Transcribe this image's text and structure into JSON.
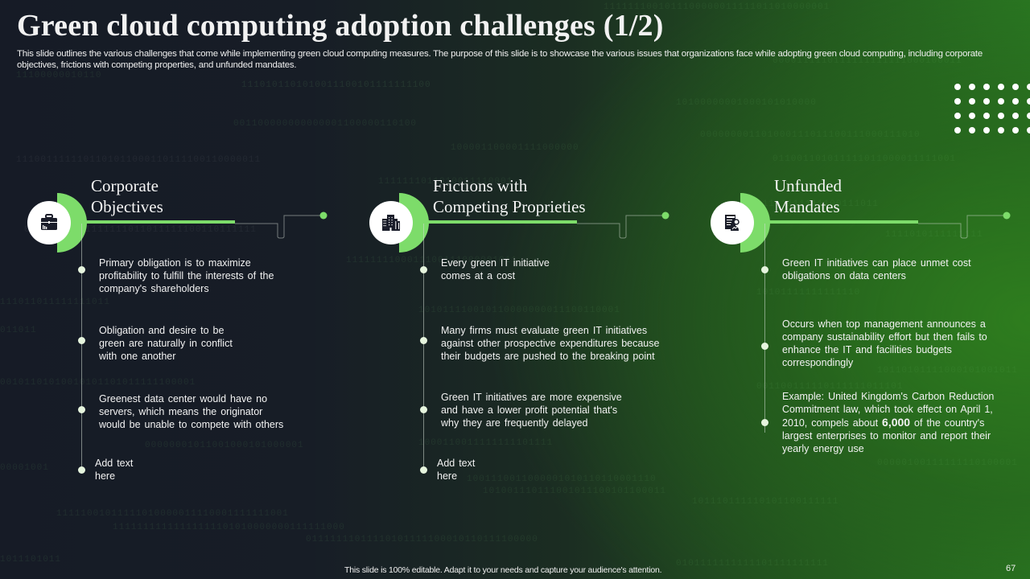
{
  "slide": {
    "title": "Green cloud computing adoption challenges (1/2)",
    "subtitle": "This slide outlines the various challenges that come while implementing green cloud computing measures. The purpose of this slide is to showcase the various issues that organizations face while adopting green cloud computing, including corporate objectives, frictions with competing properties, and unfunded mandates.",
    "footer_note": "This slide is 100% editable. Adapt it to your needs and capture your audience's attention.",
    "page_number": "67"
  },
  "colors": {
    "accent": "#7ddc6a",
    "background_dark": "#161b26",
    "background_green": "#2a7a22",
    "text": "#f2f2f2"
  },
  "columns": [
    {
      "title_line1": "Corporate",
      "title_line2": "Objectives",
      "icon": "briefcase-icon",
      "bullets": [
        "Primary obligation is to maximize profitability to fulfill the interests of the company's shareholders",
        "Obligation and desire to be green are naturally in conflict with one another",
        "Greenest data center would have  no servers, which means the originator would be unable to compete with others",
        "Add text here"
      ]
    },
    {
      "title_line1": "Frictions with",
      "title_line2": "Competing Proprieties",
      "icon": "office-building-icon",
      "bullets": [
        "Every green IT initiative comes at a cost",
        "Many firms must evaluate  green IT initiatives against other prospective  expenditures because their budgets are pushed to the breaking point",
        "Green IT initiatives are more expensive and have a lower profit  potential that's why they are frequently  delayed",
        "Add text here"
      ]
    },
    {
      "title_line1": "Unfunded",
      "title_line2": "Mandates",
      "icon": "mandate-document-icon",
      "bullets": [
        "Green IT initiatives can place unmet cost obligations on data centers",
        "Occurs when top management  announces  a company sustainability effort  but then fails to enhance the IT  and facilities budgets correspondingly",
        {
          "before": "Example: United Kingdom's Carbon Reduction Commitment law, which took effect on April 1, 2010, compels about ",
          "bold": "6,000",
          "after": " of the country's largest enterprises  to monitor and report their yearly energy use"
        },
        null
      ]
    }
  ]
}
